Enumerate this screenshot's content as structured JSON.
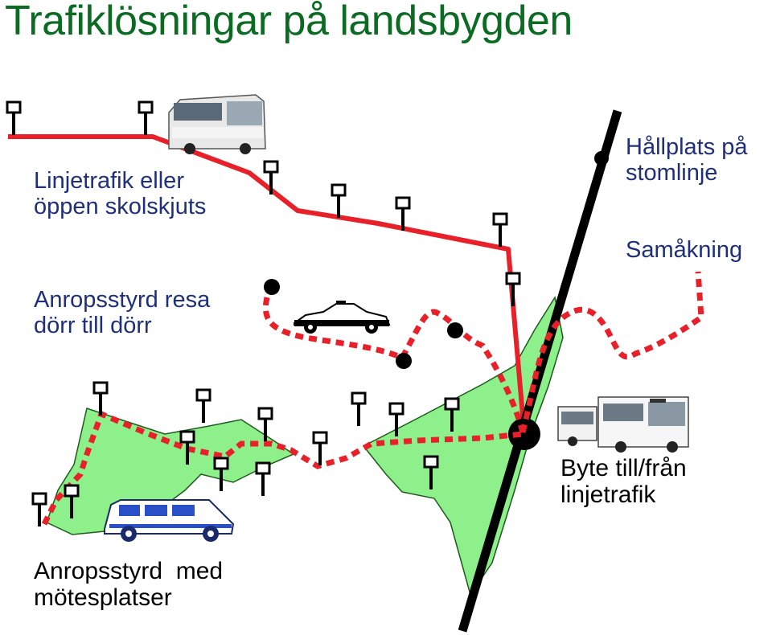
{
  "title": "Trafiklösningar på landsbygden",
  "labels": {
    "line_traffic": [
      "Linjetrafik eller",
      "öppen skolskjuts"
    ],
    "on_demand": [
      "Anropsstyrd resa",
      "dörr till dörr"
    ],
    "trunk_stop": [
      "Hållplats på",
      "stomlinje"
    ],
    "carpool": "Samåkning",
    "transfer": [
      "Byte till/från",
      "linjetrafik"
    ],
    "meeting_points": [
      "Anropsstyrd  med",
      "mötesplatser"
    ]
  },
  "colors": {
    "title": "#0b6b22",
    "label_blue": "#1f2f7a",
    "route_red": "#e8202a",
    "zone_green": "#8ef08a",
    "trunk_line": "#000000"
  },
  "icons": [
    "bus-stop-sign-icon",
    "coach-bus-icon",
    "taxi-icon",
    "minibus-icon",
    "articulated-bus-icon"
  ]
}
